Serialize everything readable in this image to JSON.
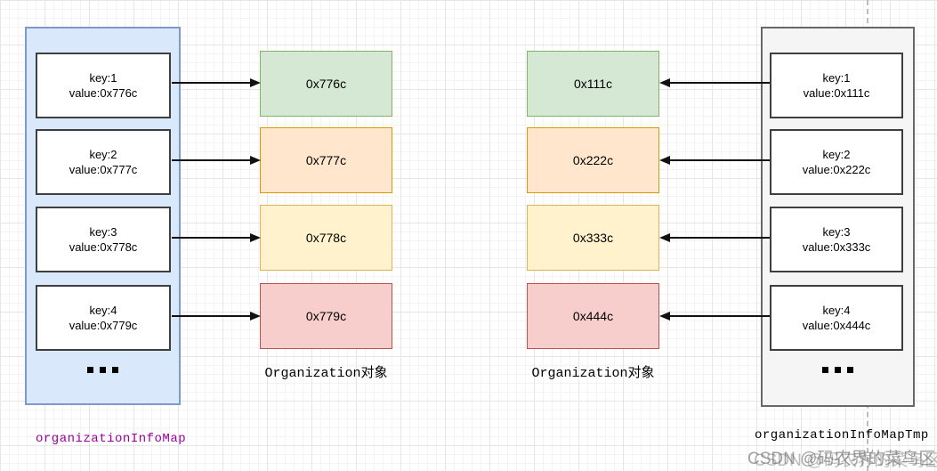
{
  "diagram": {
    "left_map": {
      "label": "organizationInfoMap",
      "label_color": "#990099",
      "fill": "#dae8fc",
      "border": "#7e99cc",
      "entries": [
        {
          "key": "key:1",
          "value": "value:0x776c"
        },
        {
          "key": "key:2",
          "value": "value:0x777c"
        },
        {
          "key": "key:3",
          "value": "value:0x778c"
        },
        {
          "key": "key:4",
          "value": "value:0x779c"
        }
      ],
      "ellipsis": "..."
    },
    "left_objects": {
      "label": "Organization对象",
      "items": [
        "0x776c",
        "0x777c",
        "0x778c",
        "0x779c"
      ]
    },
    "right_objects": {
      "label": "Organization对象",
      "items": [
        "0x111c",
        "0x222c",
        "0x333c",
        "0x444c"
      ]
    },
    "right_map": {
      "label": "organizationInfoMapTmp",
      "label_color": "#000000",
      "fill": "#f5f5f5",
      "border": "#686868",
      "entries": [
        {
          "key": "key:1",
          "value": "value:0x111c"
        },
        {
          "key": "key:2",
          "value": "value:0x222c"
        },
        {
          "key": "key:3",
          "value": "value:0x333c"
        },
        {
          "key": "key:4",
          "value": "value:0x444c"
        }
      ],
      "ellipsis": "..."
    },
    "object_palette": [
      {
        "fill": "#d5e8d4",
        "border": "#82b366"
      },
      {
        "fill": "#ffe6cc",
        "border": "#d79b00"
      },
      {
        "fill": "#fff2cc",
        "border": "#d6b656"
      },
      {
        "fill": "#f8cecc",
        "border": "#b85450"
      }
    ],
    "watermark": {
      "text": "CSDN @码农界的菜鸟区"
    }
  }
}
